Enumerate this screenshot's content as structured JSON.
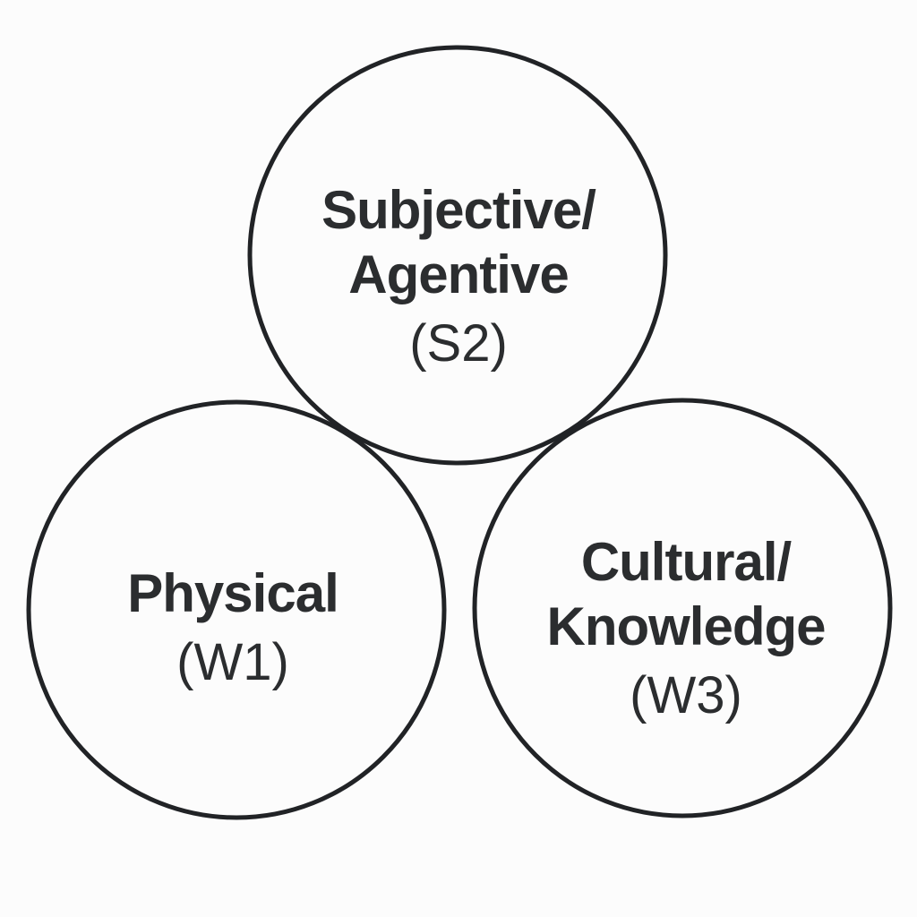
{
  "colors": {
    "background": "#fcfcfc",
    "circle_stroke": "#212326",
    "text": "#2b2d2f"
  },
  "circles": [
    {
      "id": "subjective-agentive",
      "lines": [
        "Subjective/",
        "Agentive"
      ],
      "code": "(S2)"
    },
    {
      "id": "physical",
      "lines": [
        "Physical"
      ],
      "code": "(W1)"
    },
    {
      "id": "cultural-knowledge",
      "lines": [
        "Cultural/",
        "Knowledge"
      ],
      "code": "(W3)"
    }
  ]
}
